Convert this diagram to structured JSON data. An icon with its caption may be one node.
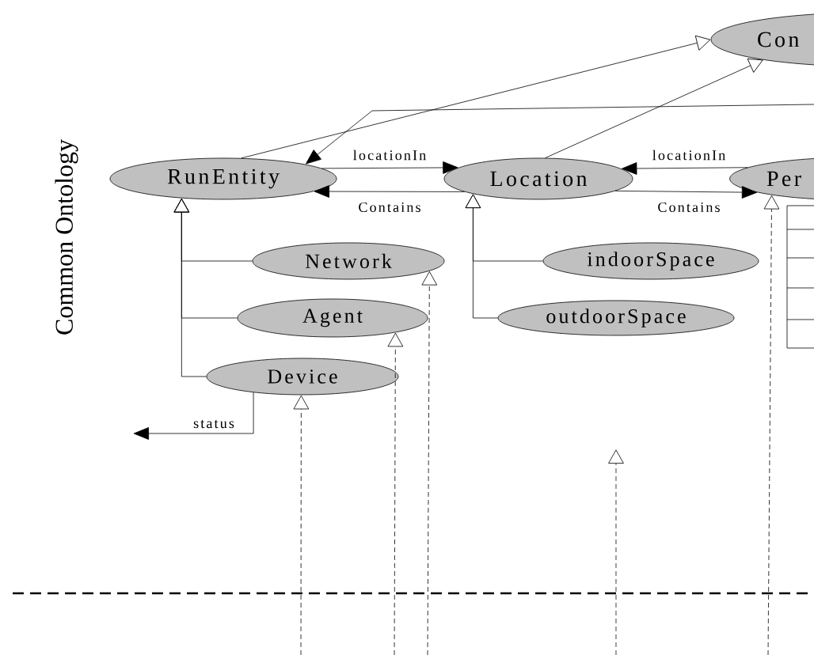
{
  "diagram": {
    "nodes": [
      {
        "text": [
          "Con"
        ]
      },
      {
        "text": [
          "RunEntity"
        ]
      },
      {
        "text": [
          "Location"
        ]
      },
      {
        "text": [
          "Per"
        ]
      },
      {
        "text": [
          "Network"
        ]
      },
      {
        "text": [
          "Agent"
        ]
      },
      {
        "text": [
          "Device"
        ]
      },
      {
        "text": [
          "indoorSpace"
        ]
      },
      {
        "text": [
          "outdoorSpace"
        ]
      }
    ],
    "edges": [
      {
        "from": 1,
        "to": 0,
        "arrow": "to"
      },
      {
        "from": 2,
        "to": 0,
        "arrow": "to"
      },
      {
        "from": null,
        "to": 1,
        "arrow": "to"
      },
      {
        "from": 1,
        "to": 2,
        "arrow": "to",
        "label": "locationIn"
      },
      {
        "from": 2,
        "to": 1,
        "arrow": "to",
        "label": "Contains"
      },
      {
        "from": 3,
        "to": 2,
        "arrow": "to",
        "label": "locationIn"
      },
      {
        "from": 2,
        "to": 3,
        "arrow": "to",
        "label": "Contains"
      },
      {
        "from": 4,
        "to": 1,
        "arrow": "to"
      },
      {
        "from": 5,
        "to": 1,
        "arrow": "to"
      },
      {
        "from": 6,
        "to": 1,
        "arrow": "to"
      },
      {
        "from": 7,
        "to": 2,
        "arrow": "to"
      },
      {
        "from": 8,
        "to": 2,
        "arrow": "to"
      },
      {
        "from": 6,
        "to": null,
        "arrow": "to",
        "label": "status"
      },
      {
        "from": null,
        "to": 6,
        "arrow": "to",
        "style": "dashed"
      },
      {
        "from": null,
        "to": 5,
        "arrow": "to",
        "style": "dashed"
      },
      {
        "from": null,
        "to": 4,
        "arrow": "to",
        "style": "dashed"
      },
      {
        "from": null,
        "to": 3,
        "arrow": "to",
        "style": "dashed"
      }
    ],
    "labels": [
      "Common Ontology"
    ]
  }
}
